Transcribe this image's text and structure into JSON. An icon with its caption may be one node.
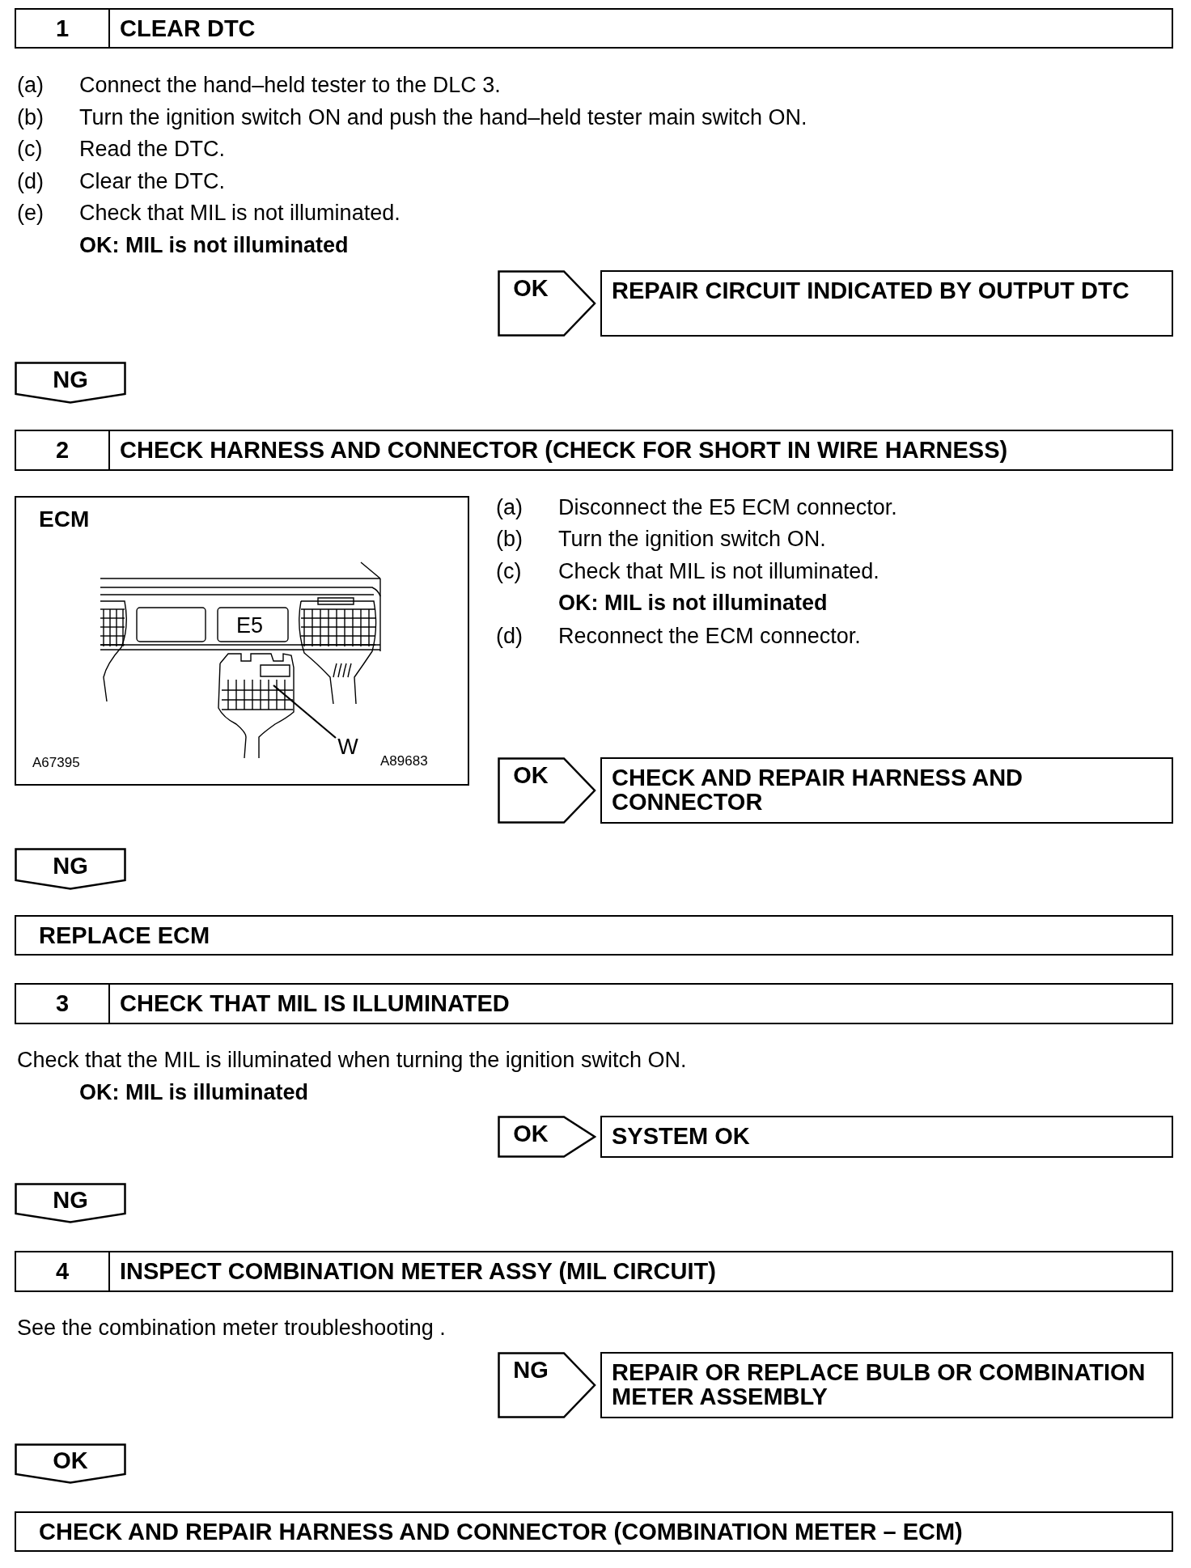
{
  "diagram": {
    "nodes": [
      {
        "text": [
          "1",
          "CLEAR DTC"
        ]
      },
      {
        "text": [
          "OK"
        ]
      },
      {
        "text": [
          "REPAIR CIRCUIT INDICATED BY OUTPUT DTC"
        ]
      },
      {
        "text": [
          "NG"
        ]
      },
      {
        "text": [
          "2",
          "CHECK HARNESS AND CONNECTOR (CHECK FOR SHORT IN WIRE HARNESS)"
        ]
      },
      {
        "text": [
          "ECM",
          "A67395",
          "A89683"
        ]
      },
      {
        "text": [
          "W"
        ],
        "in": 5
      },
      {
        "text": [],
        "shape": "picture",
        "in": 5
      },
      {
        "text": [
          "OK"
        ]
      },
      {
        "text": [
          "CHECK AND REPAIR HARNESS AND CONNECTOR"
        ]
      },
      {
        "text": [
          "NG"
        ]
      },
      {
        "text": [
          "REPLACE ECM"
        ]
      },
      {
        "text": [
          "3",
          "CHECK THAT MIL IS ILLUMINATED"
        ]
      },
      {
        "text": [
          "OK"
        ]
      },
      {
        "text": [
          "SYSTEM OK"
        ]
      },
      {
        "text": [
          "NG"
        ]
      },
      {
        "text": [
          "4",
          "INSPECT COMBINATION METER ASSY (MIL CIRCUIT)"
        ]
      },
      {
        "text": [
          "NG"
        ]
      },
      {
        "text": [
          "REPAIR OR REPLACE BULB OR COMBINATION METER ASSEMBLY"
        ]
      },
      {
        "text": [
          "OK"
        ]
      },
      {
        "text": [
          "CHECK AND REPAIR HARNESS AND CONNECTOR (COMBINATION METER – ECM)"
        ]
      }
    ],
    "edges": [
      {
        "from": 6,
        "to": 7,
        "arrow": "none"
      },
      {
        "from": 12,
        "to": 14,
        "arrow": "to"
      },
      {
        "from": 16,
        "to": 18,
        "arrow": "to"
      }
    ],
    "labels": [
      "(a)",
      "Connect the hand–held tester to the DLC 3.",
      "(b)",
      "Turn the ignition switch ON and push the hand–held tester main switch ON.",
      "(c)",
      "Read the DTC.",
      "(d)",
      "Clear the DTC.",
      "(e)",
      "Check that MIL is not illuminated.",
      "OK: MIL is not illuminated",
      "E5",
      "(a)",
      "Disconnect the E5 ECM connector.",
      "(b)",
      "Turn the ignition switch ON.",
      "(c)",
      "Check that MIL is not illuminated.",
      "OK: MIL is not illuminated",
      "(d)",
      "Reconnect the ECM connector.",
      "Check that the MIL is illuminated when turning the ignition switch ON.",
      "OK: MIL is illuminated",
      "See the combination meter troubleshooting ."
    ]
  }
}
